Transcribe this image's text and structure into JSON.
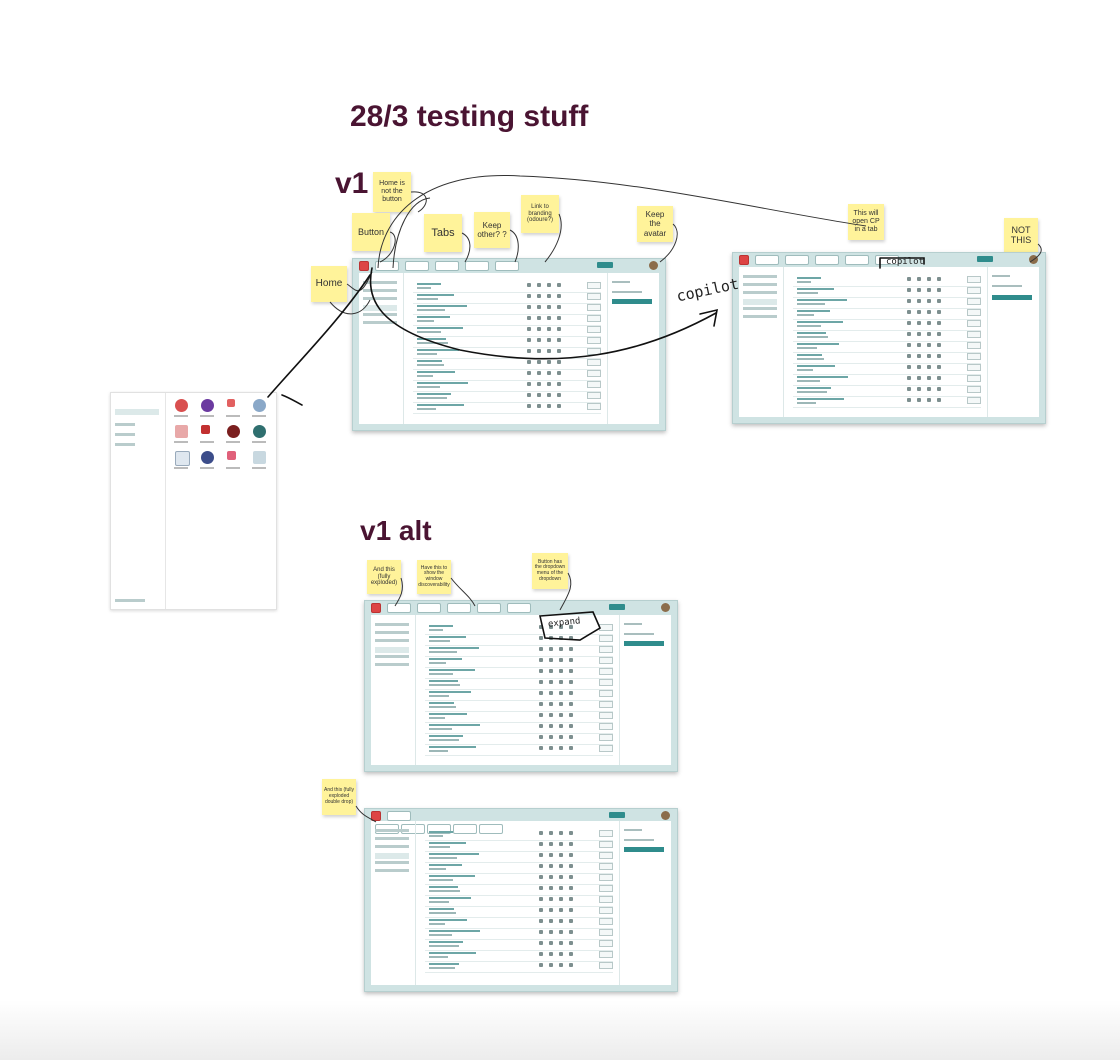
{
  "headings": {
    "title": "28/3 testing stuff",
    "v1": "v1",
    "v1_alt": "v1 alt"
  },
  "stickies": {
    "home_not_button": "Home is not the button",
    "button": "Button",
    "tabs": "Tabs",
    "keep_other": "Keep other? ?",
    "link_branding": "Link to branding (odoure?)",
    "keep_avatar": "Keep the avatar",
    "home": "Home",
    "open_cp_tab": "This will open CP in a tab",
    "not_this": "NOT THIS",
    "and_this_exploded": "And this (fully exploded)",
    "have_this": "Have this to show the window discoverability",
    "button_dropdown": "Button has the dropdown menu of the dropdown",
    "and_this_double": "And this (fully exploded double drop)"
  },
  "handwriting": {
    "copilot_1": "copilot",
    "copilot_2": "copilot",
    "expand": "expand"
  },
  "colors": {
    "heading": "#4a1432",
    "sticky": "#fff39a",
    "frame": "#cfe3e3",
    "accent": "#2f8c8c",
    "ink": "#111111"
  }
}
